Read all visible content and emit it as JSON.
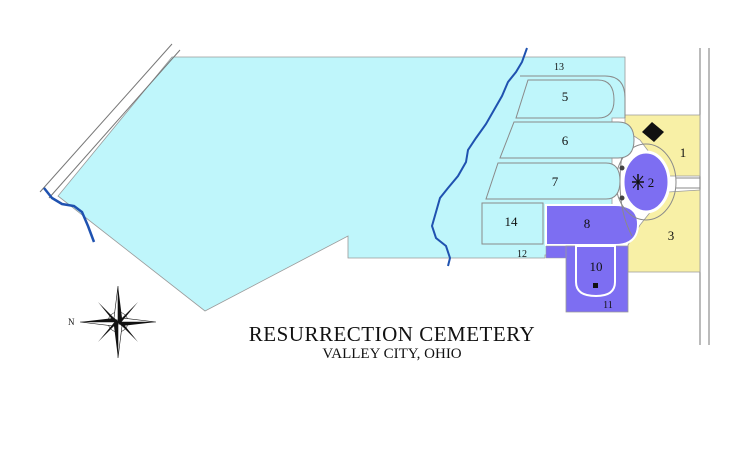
{
  "title": "RESURRECTION CEMETERY",
  "subtitle": "VALLEY CITY, OHIO",
  "compass": {
    "north_label": "N",
    "icon": "compass-rose-icon"
  },
  "colors": {
    "open_land": "#bff6fb",
    "yellow_sections": "#f8f0a6",
    "purple_sections": "#7d6ef2",
    "road": "#ffffff",
    "road_edge": "#8a8a8a",
    "creek": "#1f52b0"
  },
  "sections": [
    {
      "id": "1",
      "label": "1"
    },
    {
      "id": "2",
      "label": "2"
    },
    {
      "id": "3",
      "label": "3"
    },
    {
      "id": "5",
      "label": "5"
    },
    {
      "id": "6",
      "label": "6"
    },
    {
      "id": "7",
      "label": "7"
    },
    {
      "id": "8",
      "label": "8"
    },
    {
      "id": "10",
      "label": "10"
    },
    {
      "id": "11",
      "label": "11"
    },
    {
      "id": "12",
      "label": "12"
    },
    {
      "id": "13",
      "label": "13"
    },
    {
      "id": "14",
      "label": "14"
    }
  ],
  "markers": {
    "chapel": "building-icon",
    "altar": "cross-icon",
    "monument": "square-marker-icon"
  }
}
